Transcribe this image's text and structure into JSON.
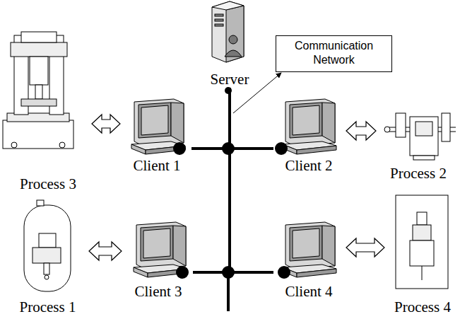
{
  "diagram": {
    "nodes": [
      {
        "text": [
          "Server"
        ]
      },
      {
        "text": [
          "Communication Network"
        ]
      },
      {
        "text": [
          "Process 3"
        ]
      },
      {
        "text": [
          "Client 1"
        ]
      },
      {
        "text": [
          "Client 2"
        ]
      },
      {
        "text": [
          "Process 2"
        ]
      },
      {
        "text": [
          "Process 1"
        ]
      },
      {
        "text": [
          "Client 3"
        ]
      },
      {
        "text": [
          "Client 4"
        ]
      },
      {
        "text": [
          "Process 4"
        ]
      }
    ],
    "edges": [
      {
        "from": 0,
        "to": 3,
        "arrow": "none"
      },
      {
        "from": 0,
        "to": 4,
        "arrow": "none"
      },
      {
        "from": 0,
        "to": 7,
        "arrow": "none"
      },
      {
        "from": 0,
        "to": 8,
        "arrow": "none"
      },
      {
        "from": 2,
        "to": 3,
        "arrow": "both"
      },
      {
        "from": 4,
        "to": 5,
        "arrow": "both"
      },
      {
        "from": 6,
        "to": 7,
        "arrow": "both"
      },
      {
        "from": 8,
        "to": 9,
        "arrow": "both"
      }
    ]
  }
}
